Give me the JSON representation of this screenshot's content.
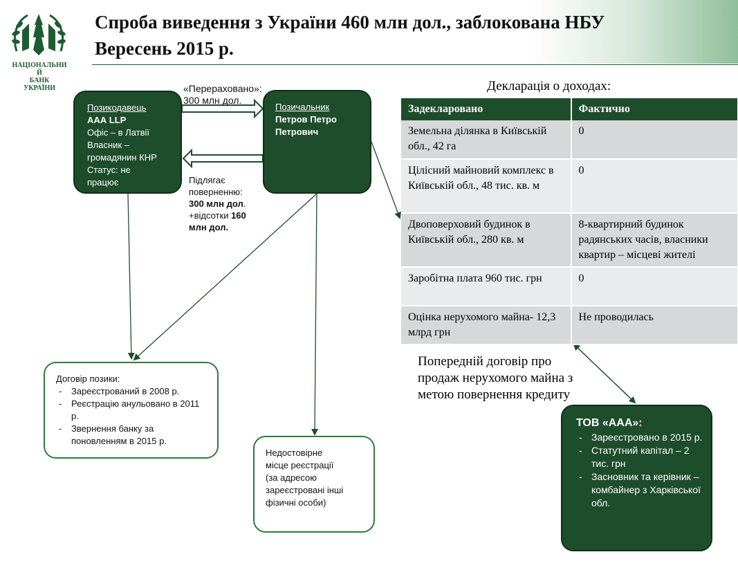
{
  "header": {
    "title_line1": "Спроба виведення з України 460 млн дол., заблокована НБУ",
    "title_line2": "Вересень 2015 р."
  },
  "logo": {
    "name_lines": [
      "НАЦІОНАЛЬНИ",
      "Й",
      "БАНК",
      "УКРАЇНИ"
    ],
    "color": "#1d5b31"
  },
  "lender": {
    "role": "Позикодавець",
    "name": "ААА  LLP",
    "lines": [
      "Офіс – в Латвії",
      "Власник –",
      "громадянин  КНР",
      "Статус: не",
      "працює"
    ]
  },
  "borrower": {
    "role": "Позичальник",
    "name_lines": [
      "Петров Петро",
      "Петрович"
    ]
  },
  "transfer": {
    "label_lines": [
      "«Перераховано»:",
      "300 млн дол."
    ]
  },
  "repay": {
    "lines": [
      "Підлягає",
      "поверненню:"
    ],
    "amount1": "300 млн дол",
    "amount1_suffix": ".",
    "plus_prefix": "+відсотки ",
    "amount2_a": "160",
    "amount2_b": "млн дол."
  },
  "loan_contract": {
    "title": "Договір позики:",
    "items": [
      "Зареєстрований  в 2008 р.",
      "Реєстрацію анульовано  в 2011 р.",
      "Звернення  банку за поновленням  в 2015 р."
    ]
  },
  "bad_address": {
    "lines": [
      "Недостовірне",
      "місце реєстрації",
      "(за адресою",
      "зареєстровані  інші",
      "фізичні  особи)"
    ]
  },
  "declaration": {
    "title": "Декларація о доходах:",
    "columns": [
      "Задекларовано",
      "Фактично"
    ],
    "rows": [
      [
        "Земельна ділянка в Київській обл., 42 га",
        "0"
      ],
      [
        "Цілісний майновий комплекс в Київській обл., 48 тис. кв. м",
        "0"
      ],
      [
        "Двоповерховий будинок в Київській обл., 280 кв. м",
        "8-квартирний будинок радянських часів, власники квартир – місцеві жителі"
      ],
      [
        "Заробітна плата 960 тис. грн",
        "0"
      ],
      [
        "Оцінка нерухомого майна- 12,3 млрд грн",
        "Не проводилась"
      ]
    ]
  },
  "precontract": {
    "lines": [
      "Попередній договір про",
      "продаж нерухомого майна з",
      "метою повернення кредиту"
    ]
  },
  "tov": {
    "title": "ТОВ «ААА»:",
    "items": [
      "Зареєстровано в 2015 р.",
      "Статутний  капітал – 2 тис. грн",
      "Засновник та керівник – комбайнер з Харківської обл."
    ]
  },
  "colors": {
    "dark_green": "#1e4d2b",
    "border_green": "#2c7a3e",
    "header_gradient_end": "#8fbf9a"
  }
}
